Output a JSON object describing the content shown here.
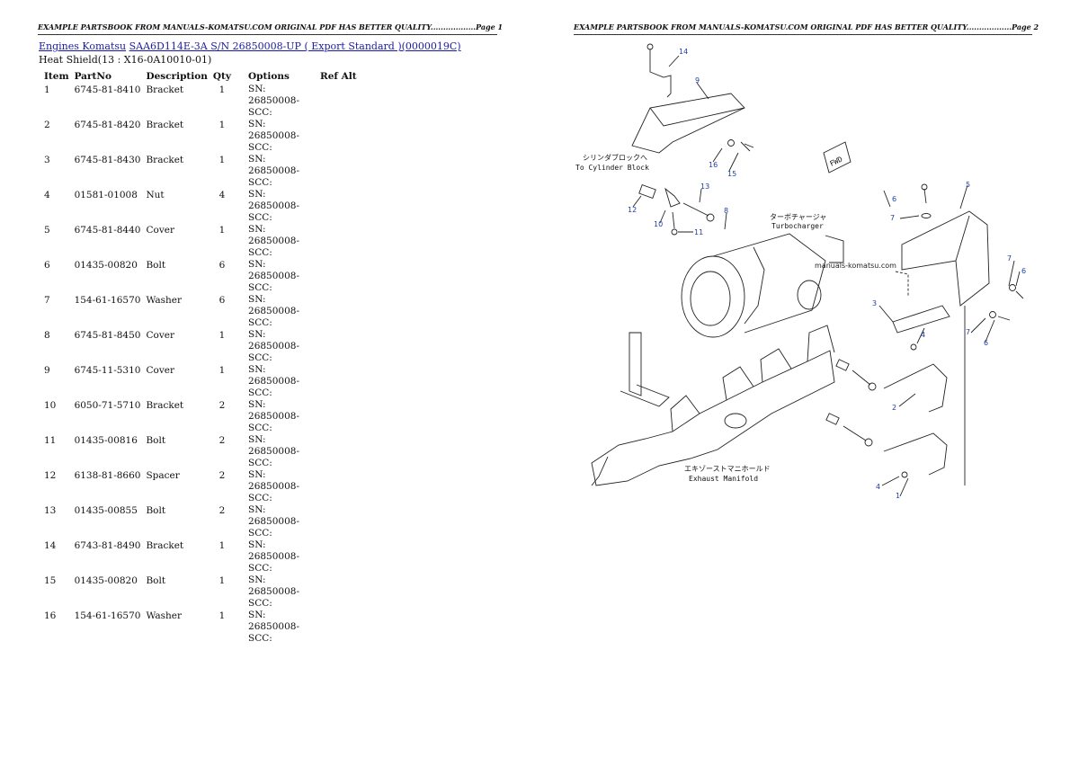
{
  "headers": {
    "page1": "EXAMPLE PARTSBOOK FROM MANUALS-KOMATSU.COM ORIGINAL PDF HAS BETTER QUALITY..................Page 1",
    "page2": "EXAMPLE PARTSBOOK FROM MANUALS-KOMATSU.COM ORIGINAL PDF HAS BETTER QUALITY..................Page 2"
  },
  "breadcrumb": {
    "link1": "Engines Komatsu",
    "link2": "SAA6D114E-3A S/N 26850008-UP ( Export Standard )(0000019C)"
  },
  "subtitle": "Heat Shield(13 : X16-0A10010-01)",
  "table": {
    "headers": {
      "item": "Item",
      "partno": "PartNo",
      "description": "Description",
      "qty": "Qty",
      "options": "Options",
      "refalt": "Ref Alt"
    },
    "rows": [
      {
        "item": "1",
        "partno": "6745-81-8410",
        "description": "Bracket",
        "qty": "1",
        "options": "SN: 26850008-SCC:"
      },
      {
        "item": "2",
        "partno": "6745-81-8420",
        "description": "Bracket",
        "qty": "1",
        "options": "SN: 26850008-SCC:"
      },
      {
        "item": "3",
        "partno": "6745-81-8430",
        "description": "Bracket",
        "qty": "1",
        "options": "SN: 26850008-SCC:"
      },
      {
        "item": "4",
        "partno": "01581-01008",
        "description": "Nut",
        "qty": "4",
        "options": "SN: 26850008-SCC:"
      },
      {
        "item": "5",
        "partno": "6745-81-8440",
        "description": "Cover",
        "qty": "1",
        "options": "SN: 26850008-SCC:"
      },
      {
        "item": "6",
        "partno": "01435-00820",
        "description": "Bolt",
        "qty": "6",
        "options": "SN: 26850008-SCC:"
      },
      {
        "item": "7",
        "partno": "154-61-16570",
        "description": "Washer",
        "qty": "6",
        "options": "SN: 26850008-SCC:"
      },
      {
        "item": "8",
        "partno": "6745-81-8450",
        "description": "Cover",
        "qty": "1",
        "options": "SN: 26850008-SCC:"
      },
      {
        "item": "9",
        "partno": "6745-11-5310",
        "description": "Cover",
        "qty": "1",
        "options": "SN: 26850008-SCC:"
      },
      {
        "item": "10",
        "partno": "6050-71-5710",
        "description": "Bracket",
        "qty": "2",
        "options": "SN: 26850008-SCC:"
      },
      {
        "item": "11",
        "partno": "01435-00816",
        "description": "Bolt",
        "qty": "2",
        "options": "SN: 26850008-SCC:"
      },
      {
        "item": "12",
        "partno": "6138-81-8660",
        "description": "Spacer",
        "qty": "2",
        "options": "SN: 26850008-SCC:"
      },
      {
        "item": "13",
        "partno": "01435-00855",
        "description": "Bolt",
        "qty": "2",
        "options": "SN: 26850008-SCC:"
      },
      {
        "item": "14",
        "partno": "6743-81-8490",
        "description": "Bracket",
        "qty": "1",
        "options": "SN: 26850008-SCC:"
      },
      {
        "item": "15",
        "partno": "01435-00820",
        "description": "Bolt",
        "qty": "1",
        "options": "SN: 26850008-SCC:"
      },
      {
        "item": "16",
        "partno": "154-61-16570",
        "description": "Washer",
        "qty": "1",
        "options": "SN: 26850008-SCC:"
      }
    ]
  },
  "diagram": {
    "captions": {
      "cylinder_jp": "シリンダブロックへ",
      "cylinder_en": "To Cylinder Block",
      "turbo_jp": "ターボチャージャ",
      "turbo_en": "Turbocharger",
      "manifold_jp": "エキゾーストマニホールド",
      "manifold_en": "Exhaust Manifold",
      "fwd": "FWD",
      "watermark": "manuals-komatsu.com"
    },
    "callouts": [
      "14",
      "9",
      "16",
      "15",
      "13",
      "12",
      "10",
      "11",
      "8",
      "6",
      "7",
      "5",
      "7",
      "6",
      "3",
      "4",
      "7",
      "6",
      "2",
      "4",
      "1"
    ]
  }
}
